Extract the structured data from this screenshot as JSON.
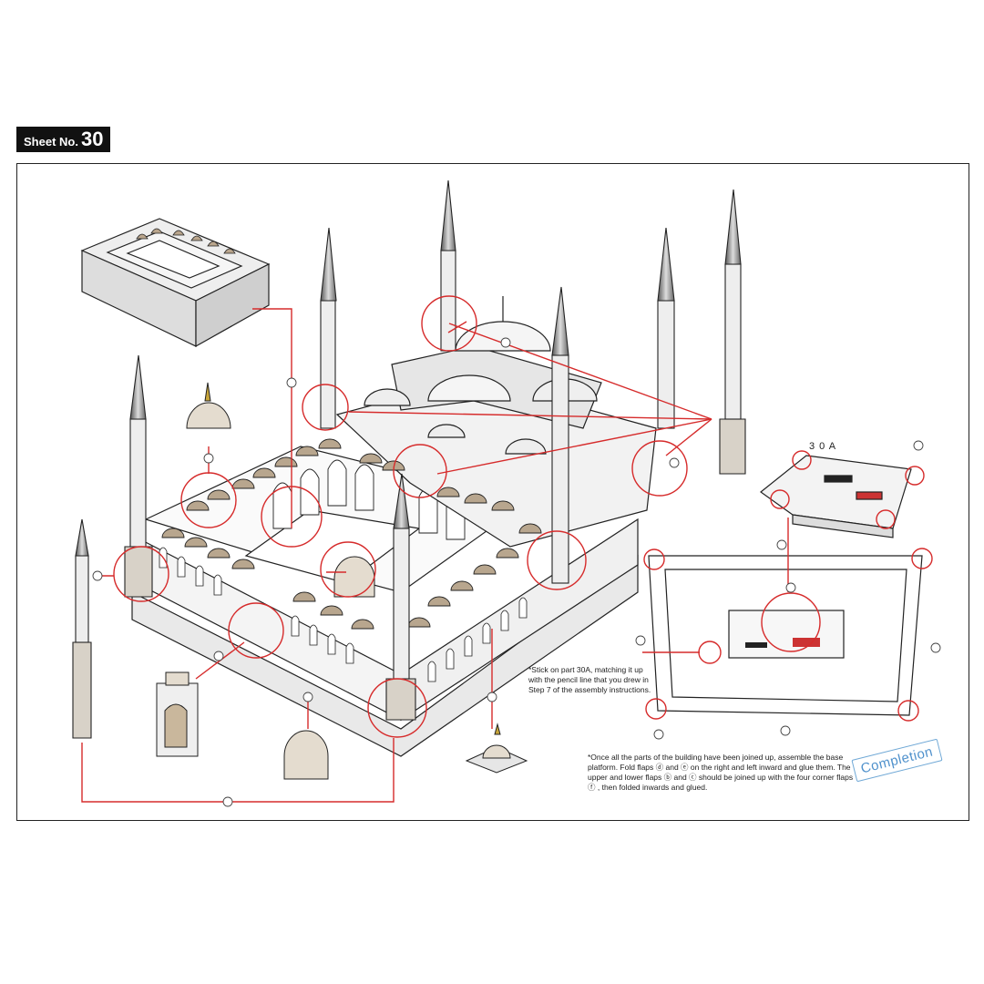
{
  "sheet": {
    "prefix": "Sheet No.",
    "number": "30"
  },
  "part_label": "3 0 A",
  "note_stick": "*Stick on part 30A, matching it up with the pencil line that you drew in Step 7 of the assembly instructions.",
  "note_completion": "*Once all the parts of the building have been joined up, assemble the base platform. Fold flaps ⓓ and ⓔ on the right and left inward and glue them. The upper and lower flaps ⓑ and ⓒ should be joined up with the four corner flaps ⓕ , then folded inwards and glued.",
  "stamp": "Completion",
  "colors": {
    "guide": "#d62b2b",
    "ink": "#222222",
    "stone": "#d8d2c8",
    "dome": "#e8e2d8"
  }
}
